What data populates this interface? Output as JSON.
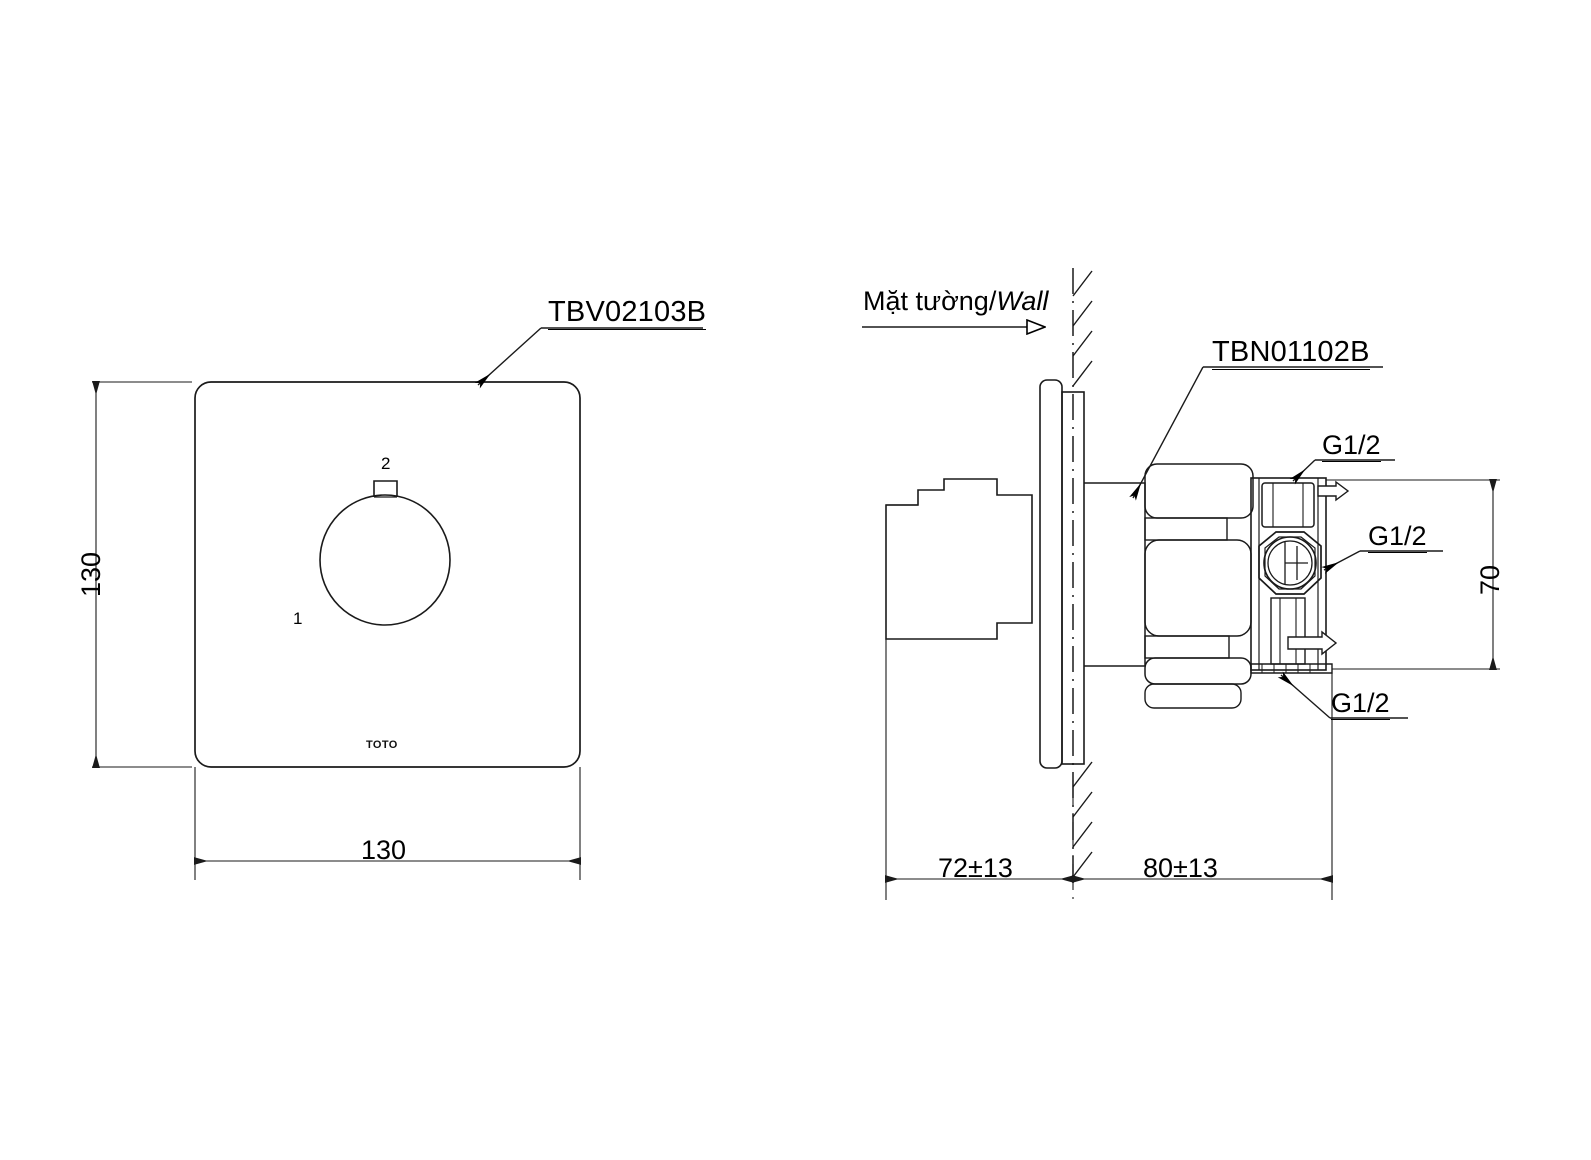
{
  "document": {
    "type": "technical-drawing",
    "units": "mm",
    "line_color": "#1a1a1a",
    "background_color": "#ffffff"
  },
  "views": {
    "front": {
      "name": "front-view",
      "part_label": "TBV02103B",
      "dim_height": "130",
      "dim_width": "130",
      "callout_1": "1",
      "callout_2": "2",
      "brand_logo": "TOTO"
    },
    "side": {
      "name": "side-section-view",
      "wall_label_vi": "Mặt tường/",
      "wall_label_en": "Wall",
      "part_label": "TBN01102B",
      "thread_top": "G1/2",
      "thread_middle": "G1/2",
      "thread_bottom": "G1/2",
      "dim_vertical": "70",
      "dim_left": "72±13",
      "dim_right": "80±13"
    }
  },
  "icons": {
    "leader_arrow": "arrow-filled-icon",
    "wall_arrow": "triangle-outline-icon",
    "flow_arrow": "flow-arrow-icon",
    "dim_arrow": "dimension-arrow-icon"
  }
}
